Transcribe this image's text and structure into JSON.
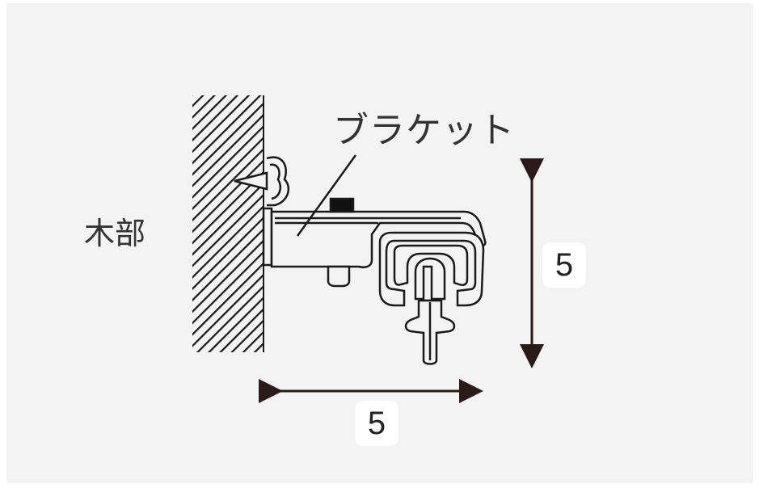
{
  "labels": {
    "wood": "木部",
    "bracket": "ブラケット"
  },
  "dimensions": {
    "vertical": "5",
    "horizontal": "5"
  },
  "colors": {
    "background": "#f3f3f3",
    "line": "#1a1a1a",
    "arrow": "#2a1a1a"
  }
}
